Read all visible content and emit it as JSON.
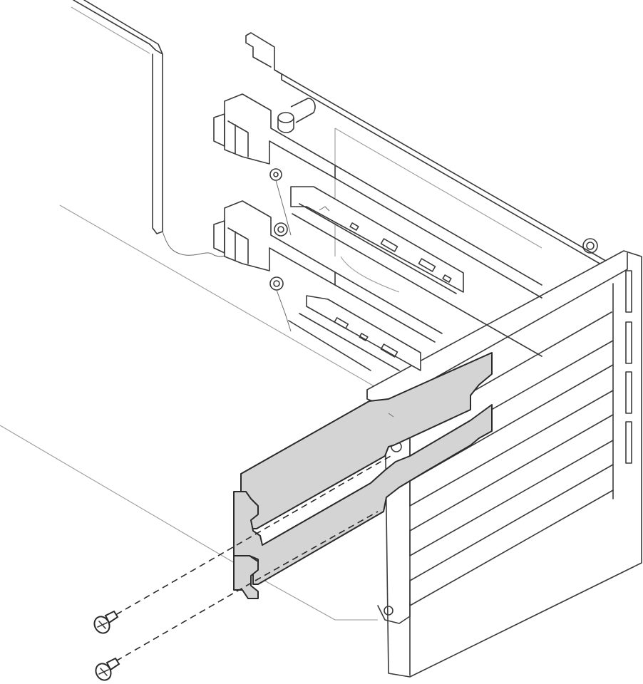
{
  "diagram": {
    "subject": "pcie-riser-cage-slot-bracket-installation",
    "palette": {
      "line": "#3a3a3a",
      "bracket_fill": "#d4d4d4",
      "background": "#ffffff"
    },
    "parts": {
      "riser_cage": "riser-cage",
      "slot_brackets": 2,
      "screws": 2,
      "latches": 2,
      "retention_posts": 4
    }
  }
}
